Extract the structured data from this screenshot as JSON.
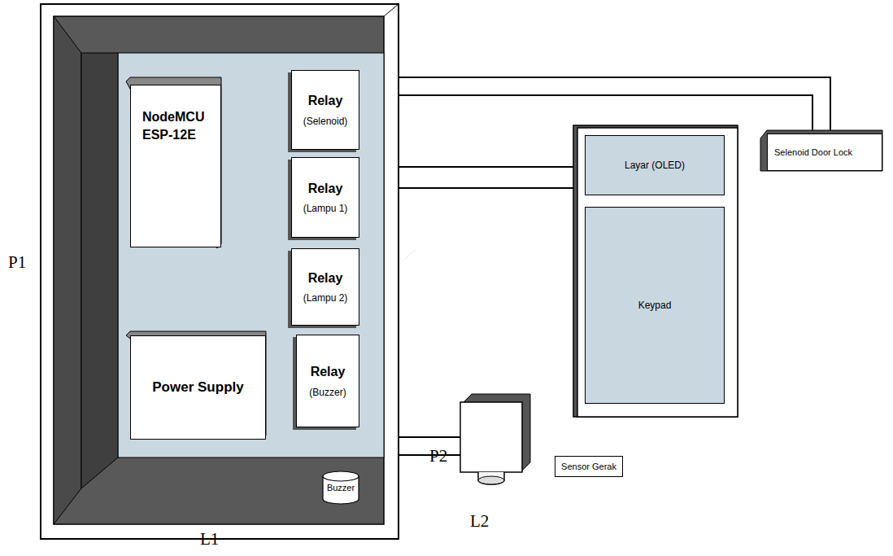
{
  "diagram": {
    "nodes": [
      {
        "text": [
          "NodeMCU ESP-12E"
        ]
      },
      {
        "text": [
          "Relay",
          "(Selenoid)"
        ]
      },
      {
        "text": [
          "Relay",
          "(Lampu 1)"
        ]
      },
      {
        "text": [
          "Relay",
          "(Lampu 2)"
        ]
      },
      {
        "text": [
          "Power Supply"
        ]
      },
      {
        "text": [
          "Relay",
          "(Buzzer)"
        ]
      },
      {
        "text": [
          "Buzzer"
        ]
      },
      {
        "text": [
          "Layar (OLED)"
        ]
      },
      {
        "text": [
          "Keypad"
        ]
      },
      {
        "text": [
          "Selenoid Door Lock"
        ]
      },
      {
        "text": [
          "Sensor Gerak"
        ]
      }
    ],
    "labels": [
      "P1",
      "L1",
      "P2",
      "L2"
    ]
  }
}
